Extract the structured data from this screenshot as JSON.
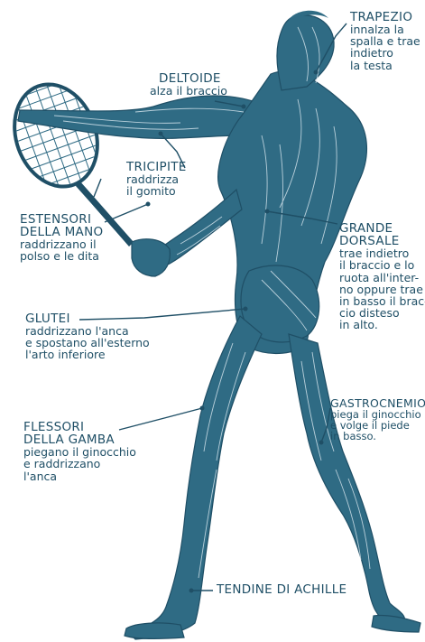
{
  "colors": {
    "ink": "#1f4f66",
    "muscle": "#2f6b84",
    "background": "#ffffff"
  },
  "labels": {
    "trapezio": {
      "title": "TRAPEZIO",
      "desc": [
        "innalza la",
        "spalla e trae",
        "indietro",
        "la testa"
      ]
    },
    "deltoide": {
      "title": "DELTOIDE",
      "desc": [
        "alza il braccio"
      ]
    },
    "tricipite": {
      "title": "TRICIPITE",
      "desc": [
        "raddrizza",
        "il gomito"
      ]
    },
    "estensori": {
      "title": [
        "ESTENSORI",
        "DELLA MANO"
      ],
      "desc": [
        "raddrizzano il",
        "polso e le dita"
      ]
    },
    "grande_dorsale": {
      "title": [
        "GRANDE",
        "DORSALE"
      ],
      "desc": [
        "trae indietro",
        "il braccio e lo",
        "ruota all'inter-",
        "no oppure trae",
        "in basso il brac-",
        "cio disteso",
        "in alto."
      ]
    },
    "glutei": {
      "title": "GLUTEI",
      "desc": [
        "raddrizzano l'anca",
        "e spostano all'esterno",
        "l'arto inferiore"
      ]
    },
    "flessori": {
      "title": [
        "FLESSORI",
        "DELLA GAMBA"
      ],
      "desc": [
        "piegano il ginocchio",
        "e raddrizzano",
        "l'anca"
      ]
    },
    "gastrocnemio": {
      "title": "GASTROCNEMIO",
      "desc": [
        "piega il ginocchio",
        "e volge il piede",
        "in basso."
      ]
    },
    "achille": {
      "title": "TENDINE DI ACHILLE"
    }
  }
}
